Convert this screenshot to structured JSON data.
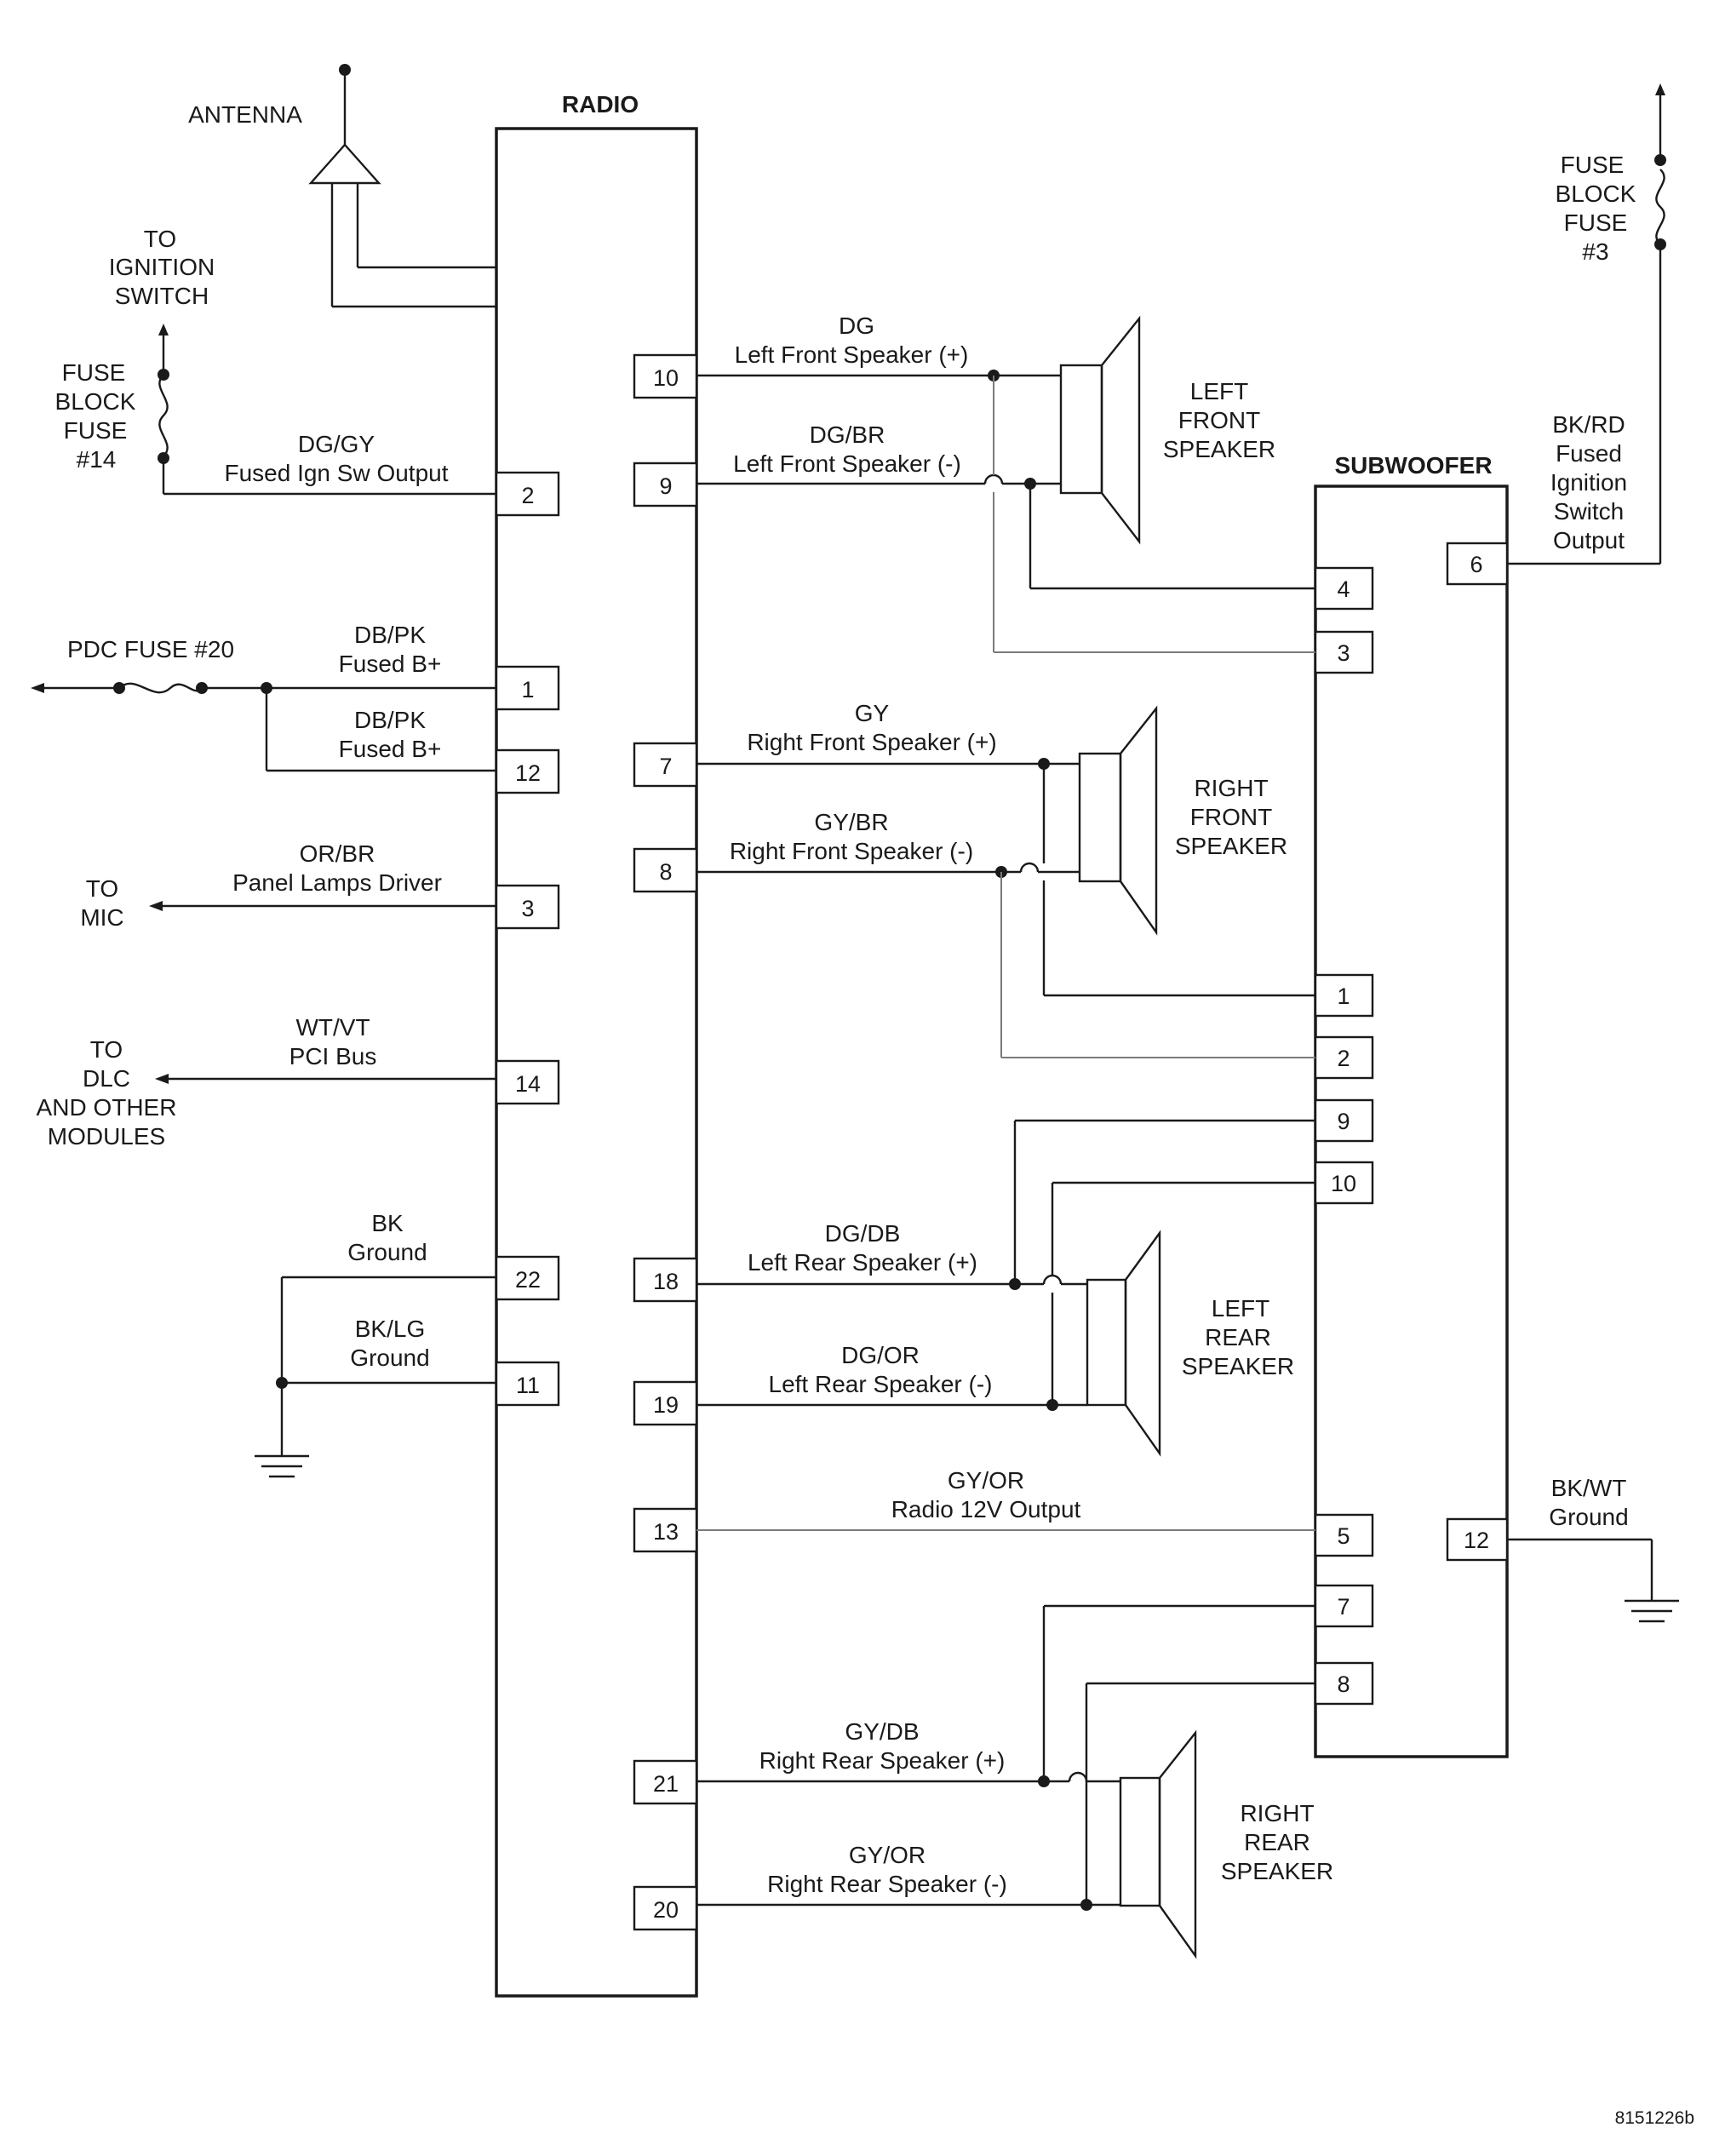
{
  "radio": {
    "title": "RADIO",
    "pins_left": [
      "2",
      "1",
      "12",
      "3",
      "14",
      "22",
      "11"
    ],
    "pins_right": [
      "10",
      "9",
      "7",
      "8",
      "18",
      "19",
      "13",
      "21",
      "20"
    ]
  },
  "subwoofer": {
    "title": "SUBWOOFER",
    "pins_left": [
      "4",
      "3",
      "1",
      "2",
      "9",
      "10",
      "5",
      "7",
      "8"
    ],
    "pins_right": [
      "6",
      "12"
    ]
  },
  "antenna": {
    "label": "ANTENNA"
  },
  "ignition": {
    "lines": [
      "TO",
      "IGNITION",
      "SWITCH"
    ]
  },
  "fuse14": {
    "lines": [
      "FUSE",
      "BLOCK",
      "FUSE",
      "#14"
    ]
  },
  "fuse3": {
    "lines": [
      "FUSE",
      "BLOCK",
      "FUSE",
      "#3"
    ]
  },
  "pdc_fuse": {
    "label": "PDC FUSE #20"
  },
  "to_mic": {
    "lines": [
      "TO",
      "MIC"
    ]
  },
  "to_dlc": {
    "lines": [
      "TO",
      "DLC",
      "AND OTHER",
      "MODULES"
    ]
  },
  "wires": {
    "w_2": {
      "color": "DG/GY",
      "desc": "Fused Ign Sw Output"
    },
    "w_1": {
      "color": "DB/PK",
      "desc": "Fused B+"
    },
    "w_12": {
      "color": "DB/PK",
      "desc": "Fused B+"
    },
    "w_3": {
      "color": "OR/BR",
      "desc": "Panel Lamps Driver"
    },
    "w_14": {
      "color": "WT/VT",
      "desc": "PCI Bus"
    },
    "w_22": {
      "color": "BK",
      "desc": "Ground"
    },
    "w_11": {
      "color": "BK/LG",
      "desc": "Ground"
    },
    "w_10": {
      "color": "DG",
      "desc": "Left Front Speaker (+)"
    },
    "w_9": {
      "color": "DG/BR",
      "desc": "Left Front Speaker (-)"
    },
    "w_7": {
      "color": "GY",
      "desc": "Right Front Speaker (+)"
    },
    "w_8": {
      "color": "GY/BR",
      "desc": "Right Front Speaker (-)"
    },
    "w_18": {
      "color": "DG/DB",
      "desc": "Left Rear Speaker (+)"
    },
    "w_19": {
      "color": "DG/OR",
      "desc": "Left Rear Speaker (-)"
    },
    "w_13": {
      "color": "GY/OR",
      "desc": "Radio 12V Output"
    },
    "w_21": {
      "color": "GY/DB",
      "desc": "Right Rear Speaker (+)"
    },
    "w_20": {
      "color": "GY/OR",
      "desc": "Right Rear Speaker (-)"
    },
    "w_sub6": {
      "lines": [
        "BK/RD",
        "Fused",
        "Ignition",
        "Switch",
        "Output"
      ]
    },
    "w_sub12": {
      "color": "BK/WT",
      "desc": "Ground"
    }
  },
  "speakers": {
    "lf": {
      "lines": [
        "LEFT",
        "FRONT",
        "SPEAKER"
      ]
    },
    "rf": {
      "lines": [
        "RIGHT",
        "FRONT",
        "SPEAKER"
      ]
    },
    "lr": {
      "lines": [
        "LEFT",
        "REAR",
        "SPEAKER"
      ]
    },
    "rr": {
      "lines": [
        "RIGHT",
        "REAR",
        "SPEAKER"
      ]
    }
  },
  "figure_ref": "8151226b"
}
